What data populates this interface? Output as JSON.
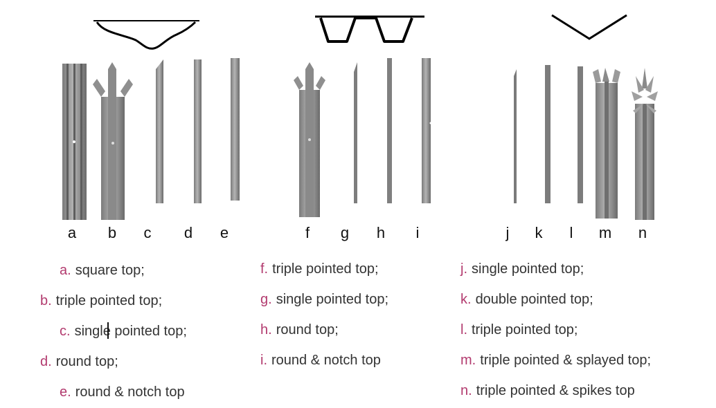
{
  "posts": [
    {
      "id": "a",
      "label": "a",
      "key": "a.",
      "desc": "square top;"
    },
    {
      "id": "b",
      "label": "b",
      "key": "b.",
      "desc": "triple pointed top;"
    },
    {
      "id": "c",
      "label": "c",
      "key": "c.",
      "desc": "single pointed top;"
    },
    {
      "id": "d",
      "label": "d",
      "key": "d.",
      "desc": "round top;"
    },
    {
      "id": "e",
      "label": "e",
      "key": "e.",
      "desc": "round & notch top"
    },
    {
      "id": "f",
      "label": "f",
      "key": "f.",
      "desc": "triple pointed top;"
    },
    {
      "id": "g",
      "label": "g",
      "key": "g.",
      "desc": "single pointed top;"
    },
    {
      "id": "h",
      "label": "h",
      "key": "h.",
      "desc": "round top;"
    },
    {
      "id": "i",
      "label": "i",
      "key": "i.",
      "desc": "round & notch top"
    },
    {
      "id": "j",
      "label": "j",
      "key": "j.",
      "desc": "single pointed top;"
    },
    {
      "id": "k",
      "label": "k",
      "key": "k.",
      "desc": "double pointed top;"
    },
    {
      "id": "l",
      "label": "l",
      "key": "l.",
      "desc": "triple pointed top;"
    },
    {
      "id": "m",
      "label": "m",
      "key": "m.",
      "desc": "triple pointed & splayed top;"
    },
    {
      "id": "n",
      "label": "n",
      "key": "n.",
      "desc": "triple pointed & spikes top"
    }
  ],
  "profiles": [
    "w-section",
    "d-section",
    "angle-section"
  ],
  "colors": {
    "post_light": "#a8a8a8",
    "post_dark": "#6e6e6e",
    "key": "#b23a6e",
    "text": "#333333"
  }
}
